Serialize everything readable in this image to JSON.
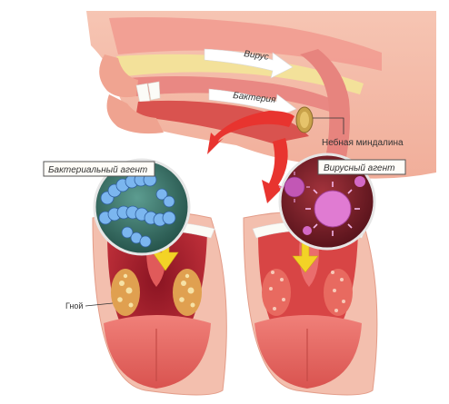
{
  "labels": {
    "virus_arrow": "Вирус",
    "bacteria_arrow": "Бактерия",
    "tonsil": "Небная миндалина",
    "bacterial_agent": "Бактериальный агент",
    "viral_agent": "Вирусный агент",
    "pus": "Гной"
  },
  "colors": {
    "flesh": "#f4b9a6",
    "gum": "#e8707a",
    "throat_red": "#d83a3a",
    "tongue": "#e86b6b",
    "bacteria_bg": "#2f6e63",
    "bacteria_chain": "#7bb6ef",
    "virus_bg": "#7a1e28",
    "virus_particle": "#e07bd2",
    "arrow_red": "#e8342f",
    "arrow_yellow": "#f3d326",
    "pus_yellow": "#f1d48b"
  },
  "icons": [
    "bacteria-chain-icon",
    "virus-particle-icon",
    "arrow-down-icon"
  ]
}
